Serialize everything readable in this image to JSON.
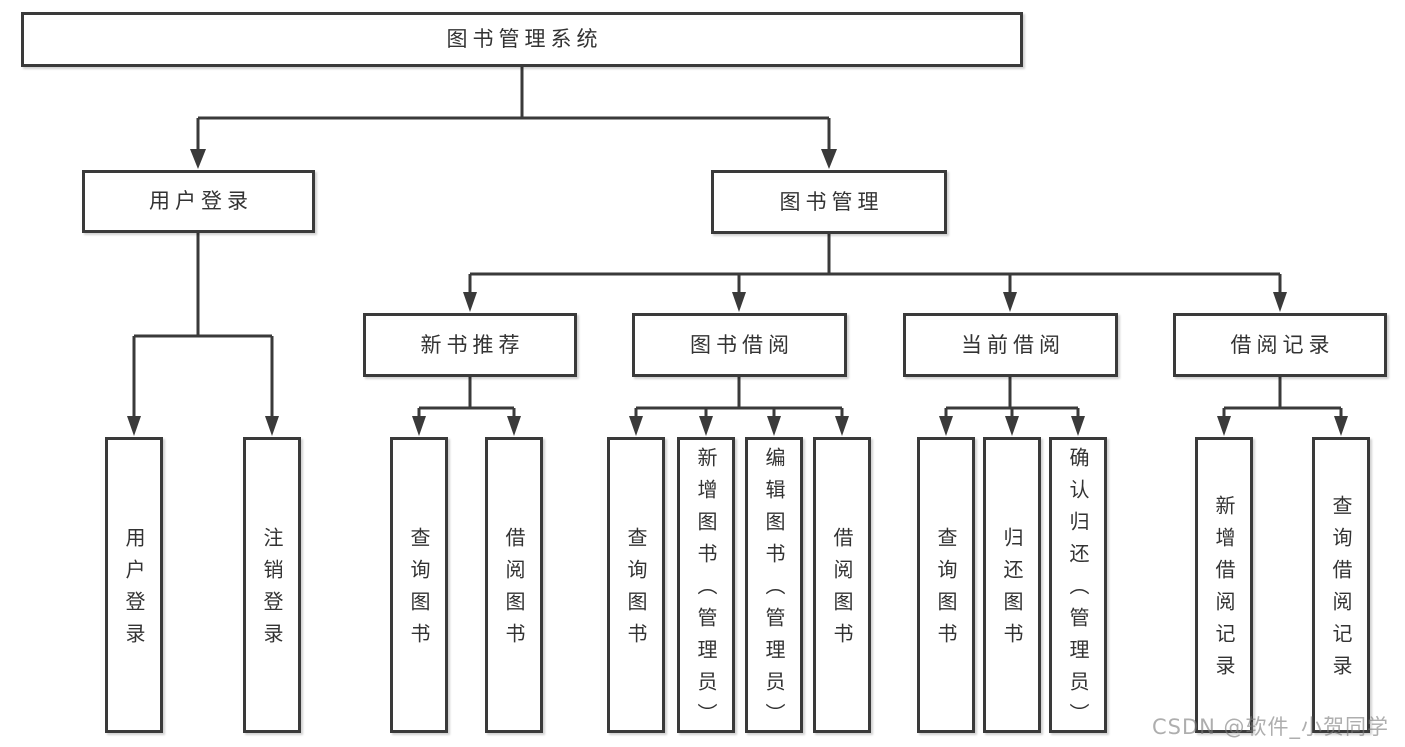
{
  "title": "图书管理系统",
  "watermark": {
    "text": "CSDN @软件_小贺同学"
  },
  "colors": {
    "line": "#3a3a3a",
    "text": "#333333",
    "background": "#ffffff",
    "watermark": "#7d7d7d"
  },
  "tree": {
    "label": "图书管理系统",
    "children": [
      {
        "label": "用户登录",
        "children": [
          {
            "label": "用户登录"
          },
          {
            "label": "注销登录"
          }
        ]
      },
      {
        "label": "图书管理",
        "children": [
          {
            "label": "新书推荐",
            "children": [
              {
                "label": "查询图书"
              },
              {
                "label": "借阅图书"
              }
            ]
          },
          {
            "label": "图书借阅",
            "children": [
              {
                "label": "查询图书"
              },
              {
                "label": "新增图书（管理员）"
              },
              {
                "label": "编辑图书（管理员）"
              },
              {
                "label": "借阅图书"
              }
            ]
          },
          {
            "label": "当前借阅",
            "children": [
              {
                "label": "查询图书"
              },
              {
                "label": "归还图书"
              },
              {
                "label": "确认归还（管理员）"
              }
            ]
          },
          {
            "label": "借阅记录",
            "children": [
              {
                "label": "新增借阅记录"
              },
              {
                "label": "查询借阅记录"
              }
            ]
          }
        ]
      }
    ]
  }
}
